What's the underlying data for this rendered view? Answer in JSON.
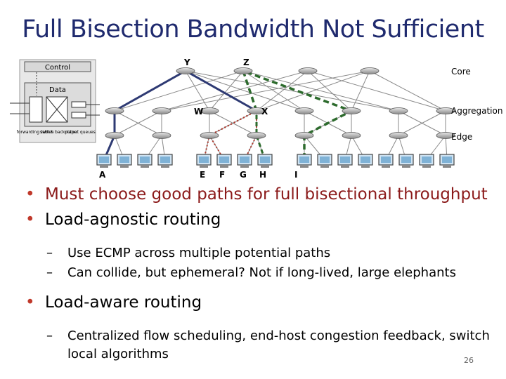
{
  "slide": {
    "title": "Full Bisection Bandwidth Not Sufficient",
    "page_number": "26"
  },
  "inset": {
    "control": "Control",
    "data": "Data",
    "labels": [
      "forwarding tables",
      "switch backplane",
      "output queues"
    ]
  },
  "layers": [
    "Core",
    "Aggregation",
    "Edge"
  ],
  "switch_labels": [
    "Y",
    "Z",
    "W",
    "X"
  ],
  "host_labels": [
    "A",
    "E",
    "F",
    "G",
    "H",
    "I"
  ],
  "bullets": [
    {
      "text_red": "Must choose good paths for full bisectional throughput"
    },
    {
      "text": "Load-agnostic routing",
      "sub": [
        "Use ECMP across multiple potential paths",
        "Can collide, but ephemeral?  Not if long-lived, large elephants"
      ]
    },
    {
      "text": "Load-aware routing",
      "sub": [
        "Centralized flow scheduling, end-host congestion feedback, switch local algorithms"
      ]
    }
  ],
  "colors": {
    "title": "#1f2a6e",
    "path_blue": "#2e3a73",
    "path_green": "#2d6b2d",
    "path_red": "#b03a2e",
    "bullet_red": "#8b1a1a"
  }
}
